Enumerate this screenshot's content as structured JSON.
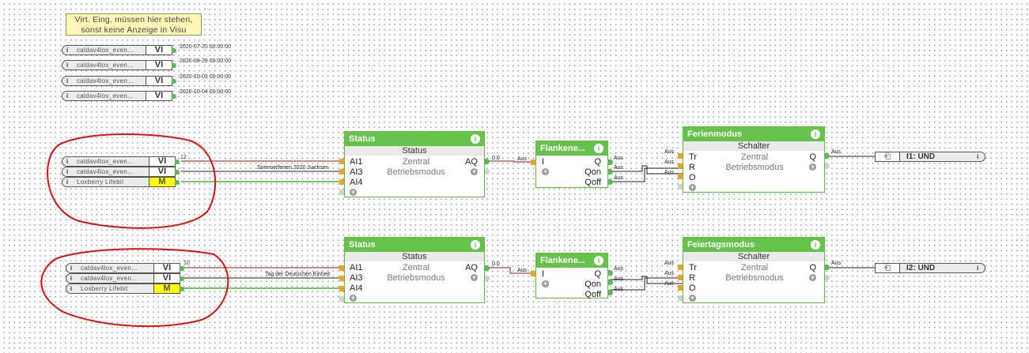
{
  "note": {
    "line1": "Virt. Eing. müssen hier stehen,",
    "line2": "sonst keine Anzeige in Visu"
  },
  "top_inputs": [
    {
      "name": "caldav4lox_even...",
      "type": "VI",
      "value": "2020-07-20 00:00:00"
    },
    {
      "name": "caldav4lox_even...",
      "type": "VI",
      "value": "2020-08-29 00:00:00"
    },
    {
      "name": "caldav4lox_even...",
      "type": "VI",
      "value": "2020-10-03 00:00:00"
    },
    {
      "name": "caldav4lox_even...",
      "type": "VI",
      "value": "2020-10-04 00:00:00"
    }
  ],
  "group1": {
    "inputs": [
      {
        "name": "caldav4lox_even...",
        "type": "VI",
        "value": "12"
      },
      {
        "name": "caldav4lox_even...",
        "type": "VI",
        "value": "..."
      },
      {
        "name": "Loxberry Lifebit",
        "type": "M",
        "value": ""
      }
    ],
    "wire_text": "Sommerferien 2020 Sachsen",
    "status": {
      "title": "Status",
      "subtitle": "Status",
      "inputs": [
        "AI1",
        "AI3",
        "AI4"
      ],
      "output": "AQ",
      "room": "Zentral",
      "category": "Betriebsmodus",
      "out_value": "0.0"
    },
    "edge": {
      "title": "Flankene...",
      "input": "I",
      "outputs": [
        "Q",
        "Qon",
        "Qoff"
      ],
      "in_value": "Aus",
      "out_values": [
        "Aus",
        "Aus",
        "Aus"
      ]
    },
    "switch": {
      "title": "Ferienmodus",
      "subtitle": "Schalter",
      "inputs": [
        "Tr",
        "R",
        "O"
      ],
      "output": "Q",
      "room": "Zentral",
      "category": "Betriebsmodus",
      "in_values": [
        "Aus",
        "Aus",
        "Aus"
      ],
      "out_value": "Aus"
    },
    "out_ref": {
      "label": "I1: UND",
      "icon": "output-ref-icon"
    }
  },
  "group2": {
    "inputs": [
      {
        "name": "caldav4lox_even...",
        "type": "VI",
        "value": "10"
      },
      {
        "name": "caldav4lox_even...",
        "type": "VI",
        "value": "..."
      },
      {
        "name": "Loxberry Lifebit",
        "type": "M",
        "value": ""
      }
    ],
    "wire_text": "Tag der Deutschen Einheit",
    "status": {
      "title": "Status",
      "subtitle": "Status",
      "inputs": [
        "AI1",
        "AI3",
        "AI4"
      ],
      "output": "AQ",
      "room": "Zentral",
      "category": "Betriebsmodus",
      "out_value": "0.0"
    },
    "edge": {
      "title": "Flankene...",
      "input": "I",
      "outputs": [
        "Q",
        "Qon",
        "Qoff"
      ],
      "in_value": "Aus",
      "out_values": [
        "Aus",
        "Aus",
        "Aus"
      ]
    },
    "switch": {
      "title": "Feiertagsmodus",
      "subtitle": "Schalter",
      "inputs": [
        "Tr",
        "R",
        "O"
      ],
      "output": "Q",
      "room": "Zentral",
      "category": "Betriebsmodus",
      "in_values": [
        "Aus",
        "Aus",
        "Aus"
      ],
      "out_value": "Aus"
    },
    "out_ref": {
      "label": "I2: UND",
      "icon": "output-ref-icon"
    }
  },
  "colors": {
    "block_header": "#66c24a",
    "annotation": "#dd1111",
    "wire_analog": "#8b1a1a",
    "wire_digital": "#2a9d1e",
    "wire_text": "#333333",
    "memory_flag": "#ffff00"
  }
}
